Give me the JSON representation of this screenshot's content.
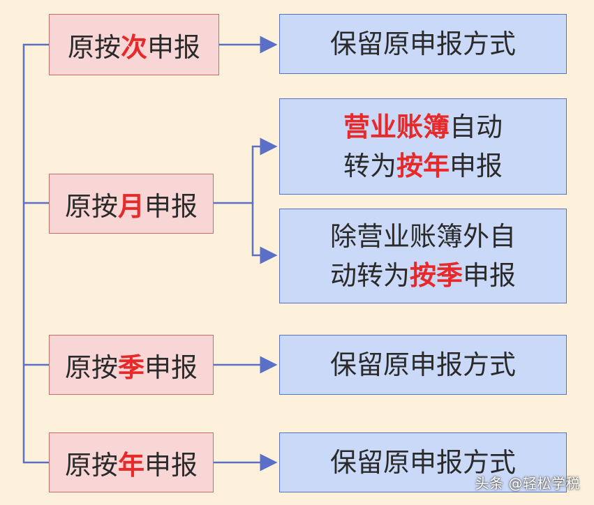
{
  "diagram": {
    "left_boxes": [
      {
        "prefix": "原按",
        "highlight": "次",
        "suffix": "申报"
      },
      {
        "prefix": "原按",
        "highlight": "月",
        "suffix": "申报"
      },
      {
        "prefix": "原按",
        "highlight": "季",
        "suffix": "申报"
      },
      {
        "prefix": "原按",
        "highlight": "年",
        "suffix": "申报"
      }
    ],
    "right_boxes": [
      {
        "line1_pre": "",
        "line1_hl": "",
        "line1_post": "保留原申报方式",
        "line2_pre": "",
        "line2_hl": "",
        "line2_post": ""
      },
      {
        "line1_pre": "",
        "line1_hl": "营业账簿",
        "line1_post": "自动",
        "line2_pre": "转为",
        "line2_hl": "按年",
        "line2_post": "申报"
      },
      {
        "line1_pre": "除营业账簿外自",
        "line1_hl": "",
        "line1_post": "",
        "line2_pre": "动转为",
        "line2_hl": "按季",
        "line2_post": "申报"
      },
      {
        "line1_pre": "",
        "line1_hl": "",
        "line1_post": "保留原申报方式",
        "line2_pre": "",
        "line2_hl": "",
        "line2_post": ""
      },
      {
        "line1_pre": "",
        "line1_hl": "",
        "line1_post": "保留原申报方式",
        "line2_pre": "",
        "line2_hl": "",
        "line2_post": ""
      }
    ],
    "colors": {
      "highlight": "#e8292a",
      "connector": "#5a6fc6"
    }
  },
  "watermark": "头条 @轻松学税"
}
